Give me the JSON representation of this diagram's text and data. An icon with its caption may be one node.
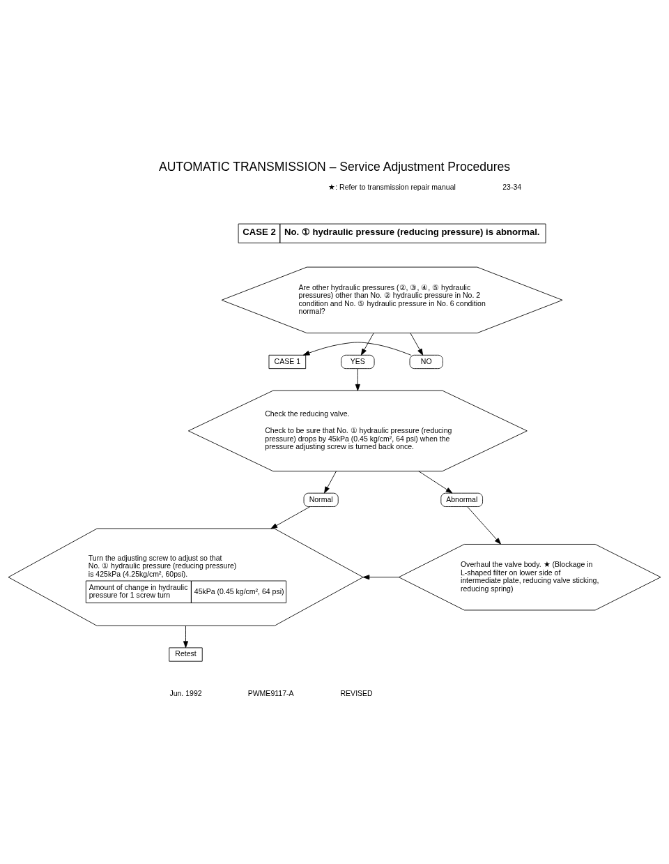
{
  "diagram": {
    "title": "AUTOMATIC TRANSMISSION – Service Adjustment Procedures",
    "nodes": [
      {
        "text": [
          "CASE 2",
          "No. ① hydraulic pressure (reducing pressure) is abnormal."
        ]
      },
      {
        "text": [
          "Are other hydraulic pressures (②, ③, ④, ⑤ hydraulic pressures) other than No. ② hydraulic pressure in No. 2 condition and No. ⑤ hydraulic pressure in No. 6 condition normal?"
        ]
      },
      {
        "text": [
          "YES"
        ]
      },
      {
        "text": [
          "NO"
        ]
      },
      {
        "text": [
          "CASE 1"
        ]
      },
      {
        "text": [
          "Check the reducing valve.",
          "Check to be sure that No. ① hydraulic pressure (reducing pressure) drops by 45kPa (0.45 kg/cm², 64 psi) when the pressure adjusting screw is turned back once."
        ]
      },
      {
        "text": [
          "Normal"
        ]
      },
      {
        "text": [
          "Abnormal"
        ]
      },
      {
        "text": [
          "Turn the adjusting screw to adjust so that No. ① hydraulic pressure (reducing pressure) is 425kPa (4.25kg/cm², 60psi).",
          "Amount of change in hydraulic pressure for 1 screw turn",
          "45kPa (0.45 kg/cm², 64 psi)"
        ]
      },
      {
        "text": [
          "Overhaul the valve body. ★ (Blockage in L-shaped filter on lower side of intermediate plate, reducing valve sticking, reducing spring)"
        ]
      },
      {
        "text": [
          "Retest"
        ]
      }
    ],
    "edges": [
      {
        "from": 1,
        "to": 2,
        "arrow": "to"
      },
      {
        "from": 1,
        "to": 3,
        "arrow": "to"
      },
      {
        "from": 3,
        "to": 4,
        "arrow": "to"
      },
      {
        "from": 2,
        "to": 5,
        "arrow": "to"
      },
      {
        "from": 5,
        "to": 6,
        "arrow": "to"
      },
      {
        "from": 5,
        "to": 7,
        "arrow": "to"
      },
      {
        "from": 6,
        "to": 8,
        "arrow": "to"
      },
      {
        "from": 7,
        "to": 9,
        "arrow": "to"
      },
      {
        "from": 9,
        "to": 8,
        "arrow": "to"
      },
      {
        "from": 8,
        "to": 10,
        "arrow": "to"
      }
    ],
    "labels": [
      "23-34",
      "★: Refer to transmission repair manual",
      "Jun. 1992",
      "PWME9117-A",
      "REVISED"
    ]
  }
}
